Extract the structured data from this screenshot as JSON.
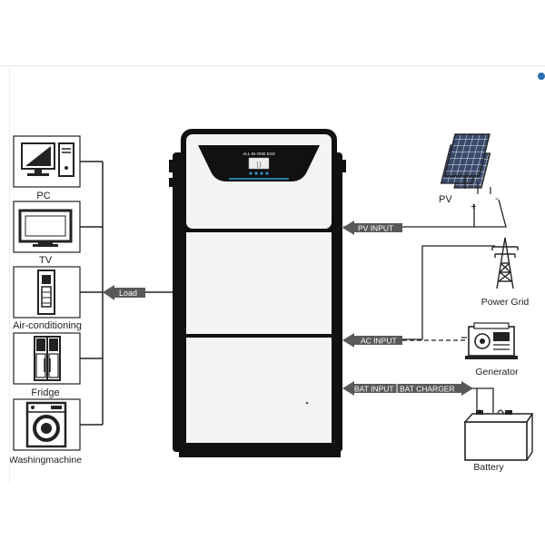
{
  "unit": {
    "brand_label": "ALL-IN-ONE ESS",
    "display_glyph": "[ ]"
  },
  "appliances": [
    {
      "label": "PC",
      "icon": "pc-icon"
    },
    {
      "label": "TV",
      "icon": "tv-icon"
    },
    {
      "label": "Air-conditioning",
      "icon": "air-conditioner-icon"
    },
    {
      "label": "Fridge",
      "icon": "fridge-icon"
    },
    {
      "label": "Washingmachine",
      "icon": "washing-machine-icon"
    }
  ],
  "arrows": {
    "load": "Load",
    "pv_input": "PV INPUT",
    "ac_input": "AC INPUT",
    "bat_input": "BAT INPUT",
    "bat_charger": "BAT CHARGER"
  },
  "sources": {
    "pv": "PV",
    "pv_plus": "+",
    "pv_minus": "-",
    "power_grid": "Power Grid",
    "generator": "Generator",
    "battery": "Battery"
  },
  "colors": {
    "line": "#222222",
    "arrow_fill": "#595959",
    "arrow_text": "#ffffff",
    "cabinet_face": "#f4f4f4",
    "cabinet_frame": "#111111",
    "panel_blue": "#3a4a6b",
    "display_accent": "#2ea3d8"
  }
}
